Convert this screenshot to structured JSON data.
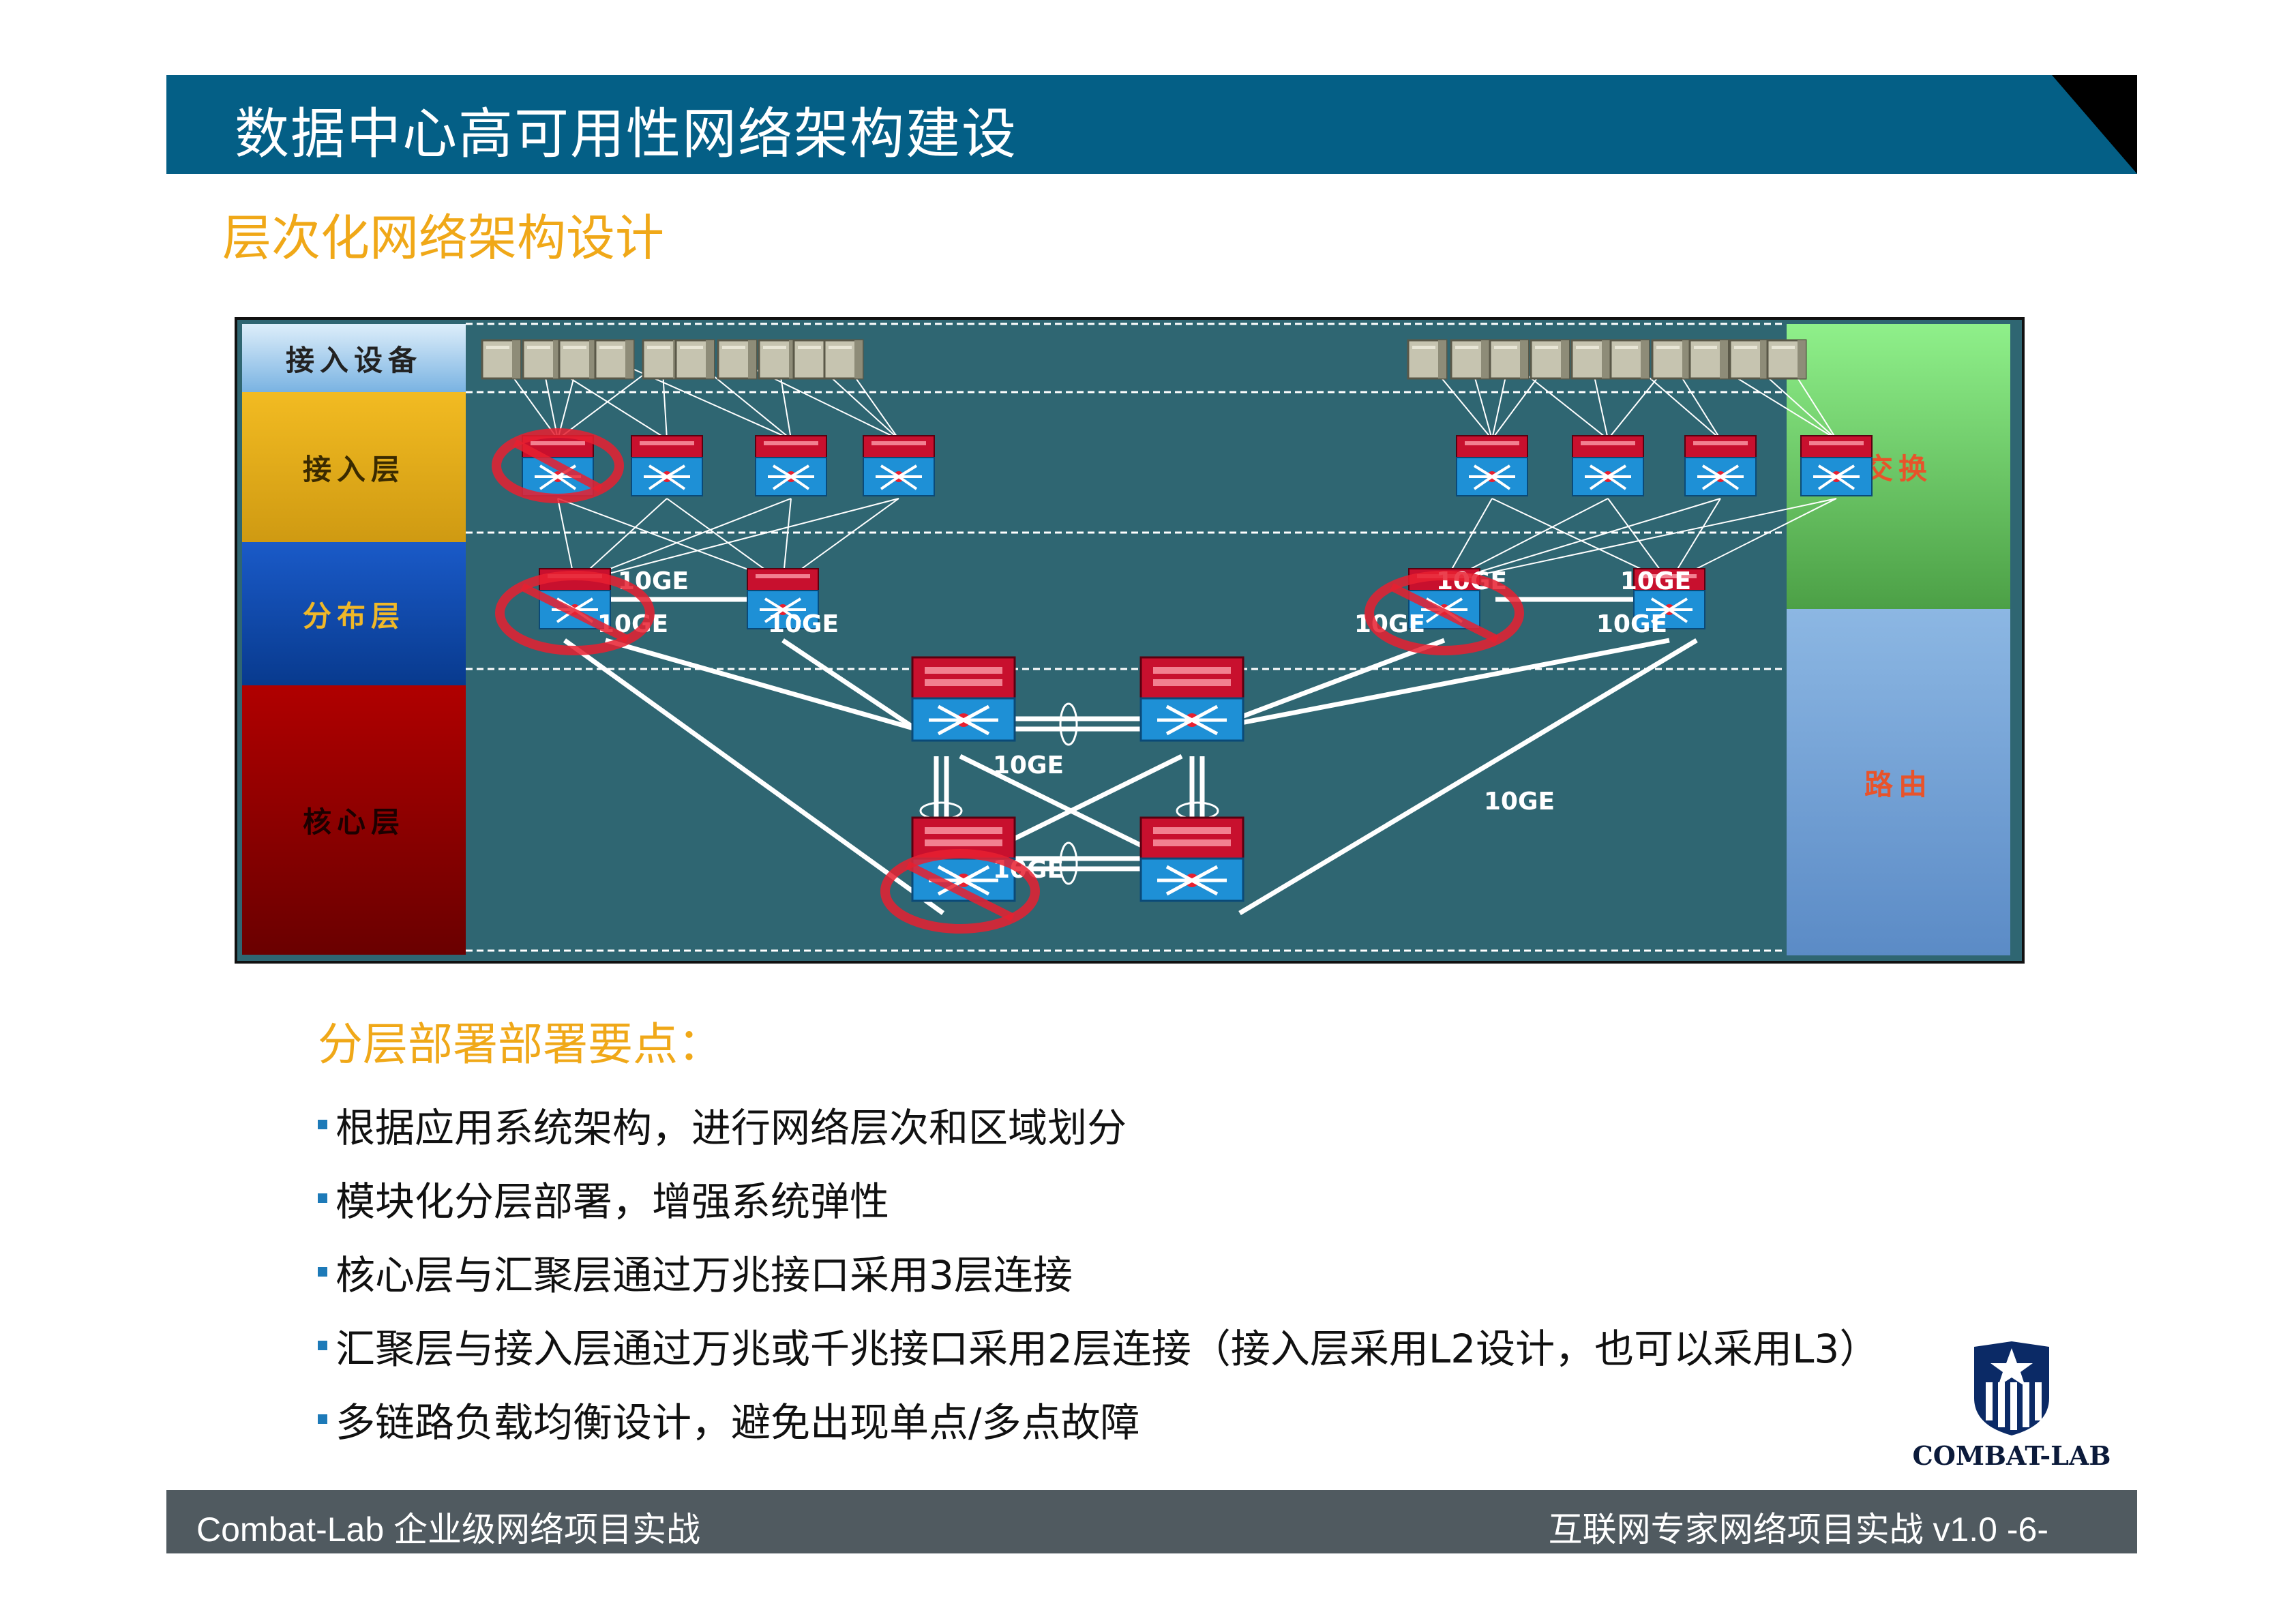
{
  "header": {
    "title": "数据中心高可用性网络架构建设",
    "subtitle": "层次化网络架构设计"
  },
  "diagram": {
    "layers": [
      "接入设备",
      "接入层",
      "分布层",
      "核心层"
    ],
    "side_labels": [
      "交换",
      "路由"
    ],
    "link_labels": [
      "10GE",
      "10GE",
      "10GE",
      "10GE",
      "10GE",
      "10GE",
      "10GE",
      "10GE",
      "10GE",
      "10GE"
    ],
    "colors": {
      "background": "#2f6672",
      "switch_red": "#c8102e",
      "switch_blue": "#1e90d6",
      "fail_mark": "#e82030"
    }
  },
  "points": {
    "title": "分层部署部署要点：",
    "items": [
      "根据应用系统架构，进行网络层次和区域划分",
      "模块化分层部署，增强系统弹性",
      "核心层与汇聚层通过万兆接口采用3层连接",
      "汇聚层与接入层通过万兆或千兆接口采用2层连接（接入层采用L2设计，也可以采用L3）",
      "多链路负载均衡设计，避免出现单点/多点故障"
    ]
  },
  "logo": {
    "text": "COMBAT-LAB"
  },
  "footer": {
    "left": "Combat-Lab 企业级网络项目实战",
    "right": "互联网专家网络项目实战  v1.0  -6-"
  }
}
